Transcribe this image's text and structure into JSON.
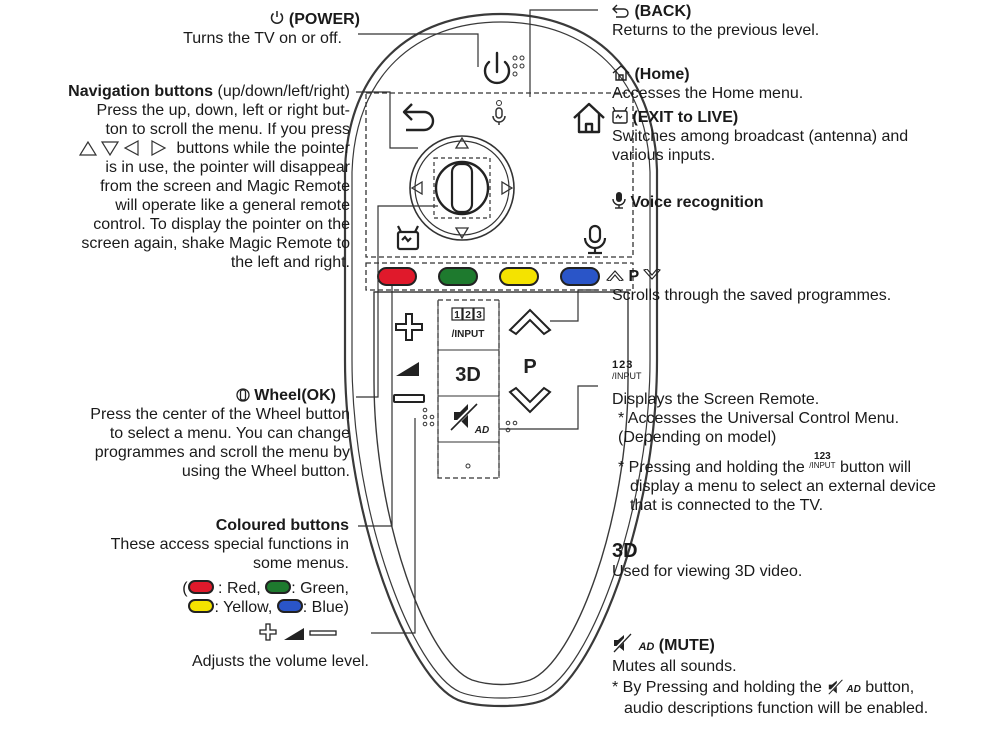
{
  "left": {
    "power": {
      "title": "(POWER)",
      "desc": "Turns the TV on or off."
    },
    "navigation": {
      "title": "Navigation buttons",
      "title_suffix": "(up/down/left/right)",
      "line1": "Press the up, down, left or right but-",
      "line2": "ton to scroll the menu. If you press",
      "line3": "buttons while the pointer",
      "line4": "is in use, the pointer will disappear",
      "line5": "from the screen and Magic Remote",
      "line6": "will operate like a general remote",
      "line7": "control. To display the pointer on the",
      "line8": "screen again, shake Magic Remote to",
      "line9": "the left and right."
    },
    "wheel": {
      "title": "Wheel(OK)",
      "line1": "Press the center of the Wheel button",
      "line2": "to select a menu. You can change",
      "line3": "programmes and scroll the menu by",
      "line4": "using the Wheel button."
    },
    "coloured": {
      "title": "Coloured buttons",
      "line1": "These access special functions in",
      "line2": "some menus.",
      "red": ": Red,",
      "green": ": Green,",
      "yellow": ": Yellow,",
      "blue": ": Blue)",
      "open_paren": "("
    },
    "volume": {
      "desc": "Adjusts the volume level."
    }
  },
  "right": {
    "back": {
      "title": "(BACK)",
      "desc": "Returns to the previous level."
    },
    "home": {
      "title": "(Home)",
      "desc": "Accesses the Home menu."
    },
    "exit": {
      "title": "(EXIT to LIVE)",
      "line1": "Switches among broadcast (antenna) and",
      "line2": "various inputs."
    },
    "voice": {
      "title": "Voice recognition"
    },
    "programme": {
      "p": "P",
      "desc": "Scrolls through the saved programmes."
    },
    "input": {
      "nums": "123",
      "label": "/INPUT",
      "desc": "Displays the Screen Remote.",
      "note1a": "* Accesses the Universal Control Menu.",
      "note1b": "(Depending on model)",
      "note2a_pre": "* Pressing and holding the",
      "note2a_post": "button will",
      "note2b": "display a menu to select an external device",
      "note2c": "that is connected to the TV."
    },
    "threed": {
      "logo": "3D",
      "desc": "Used for viewing 3D video."
    },
    "mute": {
      "ad": "AD",
      "title": "(MUTE)",
      "desc": "Mutes all sounds.",
      "note_pre": "* By Pressing and holding the",
      "note_post": "button,",
      "note_line2": "audio descriptions function will be enabled."
    }
  },
  "remote": {
    "input_nums": "123",
    "input_label": "/INPUT",
    "threed": "3D",
    "ad": "AD",
    "p": "P"
  },
  "colors": {
    "red": "#e0192b",
    "green": "#1e7a2e",
    "yellow": "#f4e300",
    "blue": "#2a55c8",
    "line": "#333333"
  }
}
